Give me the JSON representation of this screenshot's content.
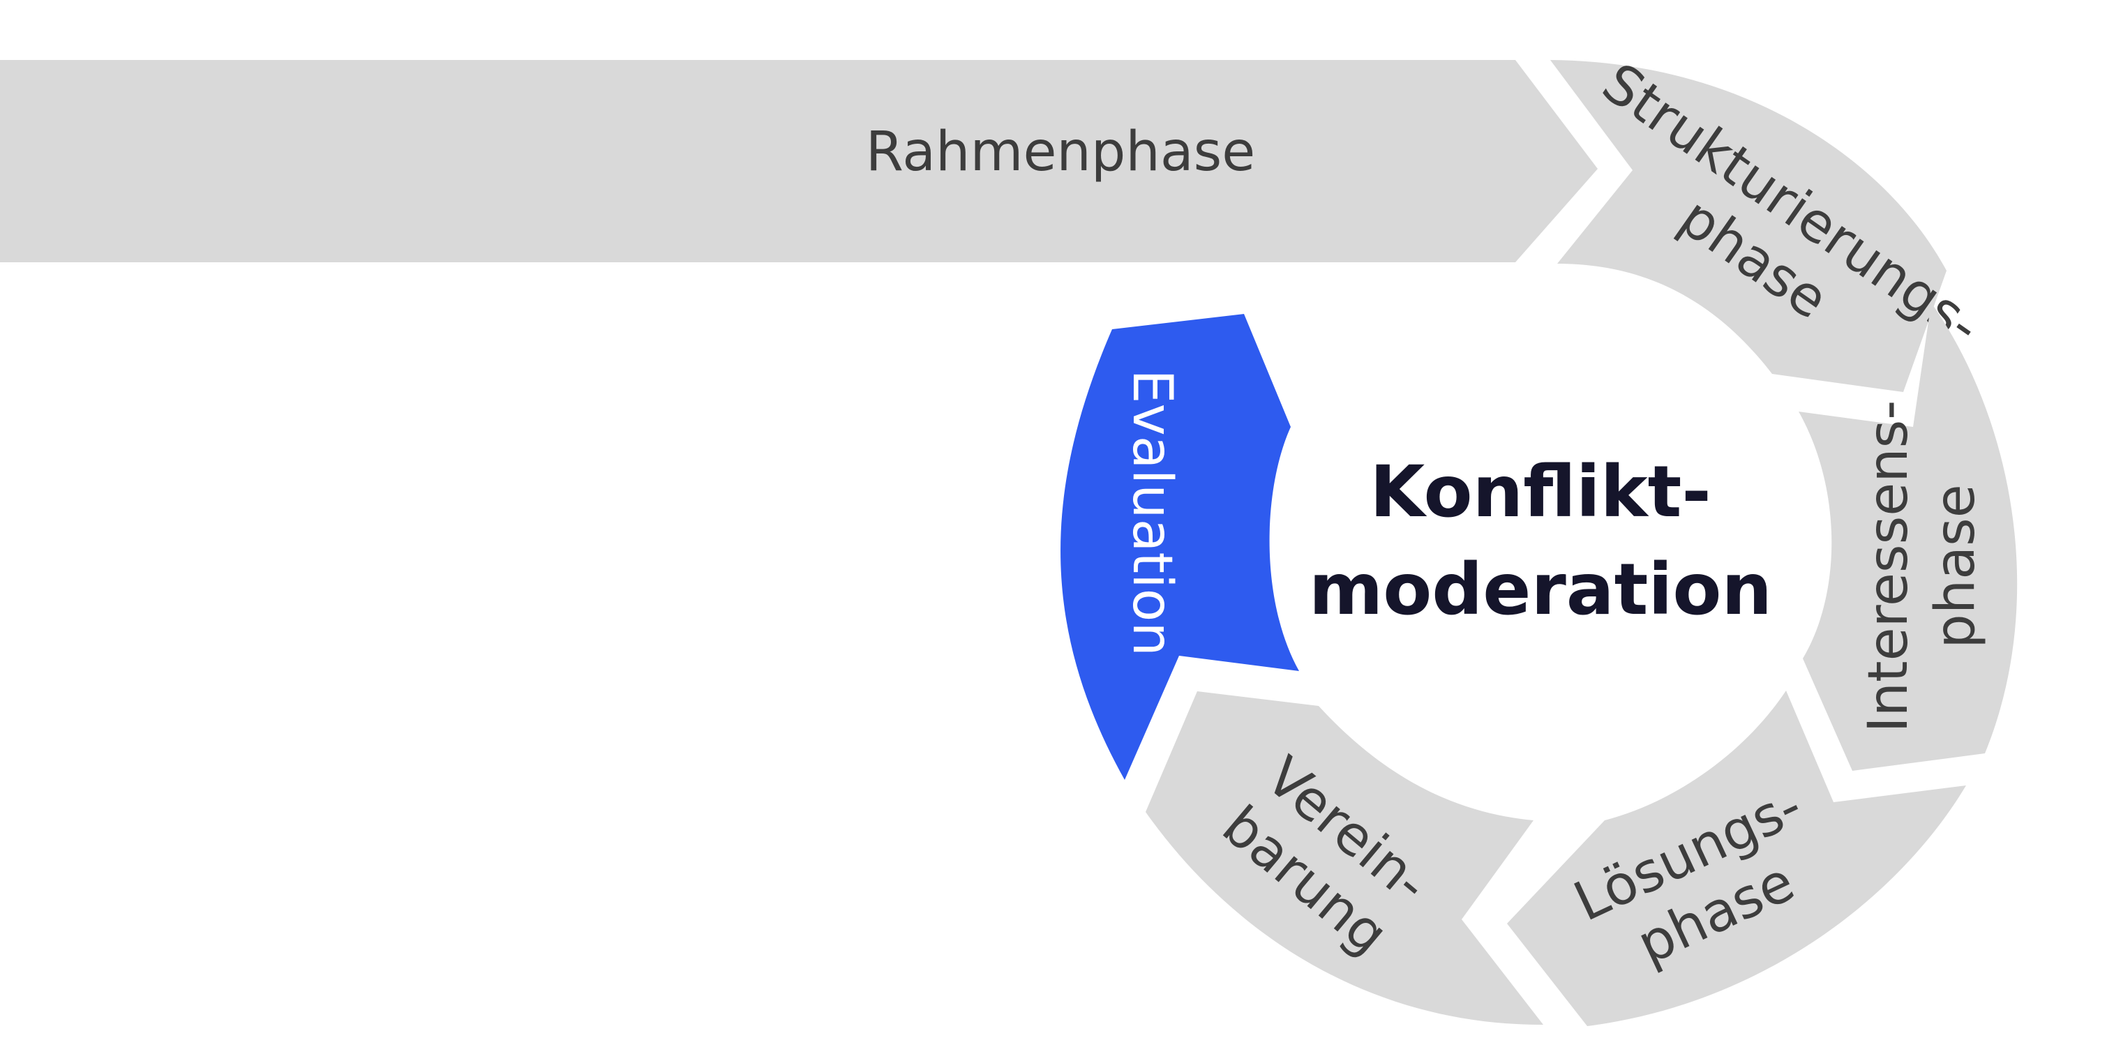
{
  "colors": {
    "segment_gray": "#d9d9d9",
    "highlight_blue": "#2e5bef",
    "text_dark": "#3d3d3d",
    "center_text": "#15152b",
    "highlight_text": "#ffffff"
  },
  "rahmen": {
    "label": "Rahmenphase"
  },
  "center": {
    "line1": "Konflikt-",
    "line2": "moderation"
  },
  "segments": {
    "strukturierung": {
      "line1": "Strukturierungs-",
      "line2": "phase"
    },
    "interessen": {
      "line1": "Interessens-",
      "line2": "phase"
    },
    "loesung": {
      "line1": "Lösungs-",
      "line2": "phase"
    },
    "vereinbarung": {
      "line1": "Verein-",
      "line2": "barung"
    },
    "evaluation": {
      "line1": "Evaluation",
      "highlighted": true
    }
  }
}
